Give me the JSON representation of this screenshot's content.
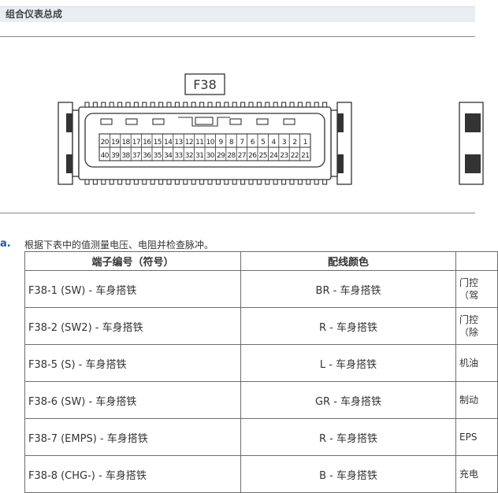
{
  "section_title": "组合仪表总成",
  "connector": {
    "label": "F38",
    "top_row_pins": [
      "20",
      "19",
      "18",
      "17",
      "16",
      "15",
      "14",
      "13",
      "12",
      "11",
      "10",
      "9",
      "8",
      "7",
      "6",
      "5",
      "4",
      "3",
      "2",
      "1"
    ],
    "bottom_row_pins": [
      "40",
      "39",
      "38",
      "37",
      "36",
      "35",
      "34",
      "33",
      "32",
      "31",
      "30",
      "29",
      "28",
      "27",
      "26",
      "25",
      "24",
      "23",
      "22",
      "21"
    ]
  },
  "step": {
    "letter": "a.",
    "instruction": "根据下表中的值测量电压、电阻并检查脉冲。"
  },
  "table": {
    "headers": [
      "端子编号（符号）",
      "配线颜色",
      ""
    ],
    "rows": [
      {
        "terminal": "F38-1 (SW) - 车身搭铁",
        "color": "BR - 车身搭铁",
        "cond1": "门控",
        "cond2": "（驾"
      },
      {
        "terminal": "F38-2 (SW2) - 车身搭铁",
        "color": "R - 车身搭铁",
        "cond1": "门控",
        "cond2": "（除"
      },
      {
        "terminal": "F38-5 (S) - 车身搭铁",
        "color": "L - 车身搭铁",
        "cond1": "机油",
        "cond2": ""
      },
      {
        "terminal": "F38-6 (SW) - 车身搭铁",
        "color": "GR - 车身搭铁",
        "cond1": "制动",
        "cond2": ""
      },
      {
        "terminal": "F38-7 (EMPS) - 车身搭铁",
        "color": "R - 车身搭铁",
        "cond1": "EPS",
        "cond2": ""
      },
      {
        "terminal": "F38-8 (CHG-) - 车身搭铁",
        "color": "B - 车身搭铁",
        "cond1": "充电",
        "cond2": ""
      }
    ]
  }
}
